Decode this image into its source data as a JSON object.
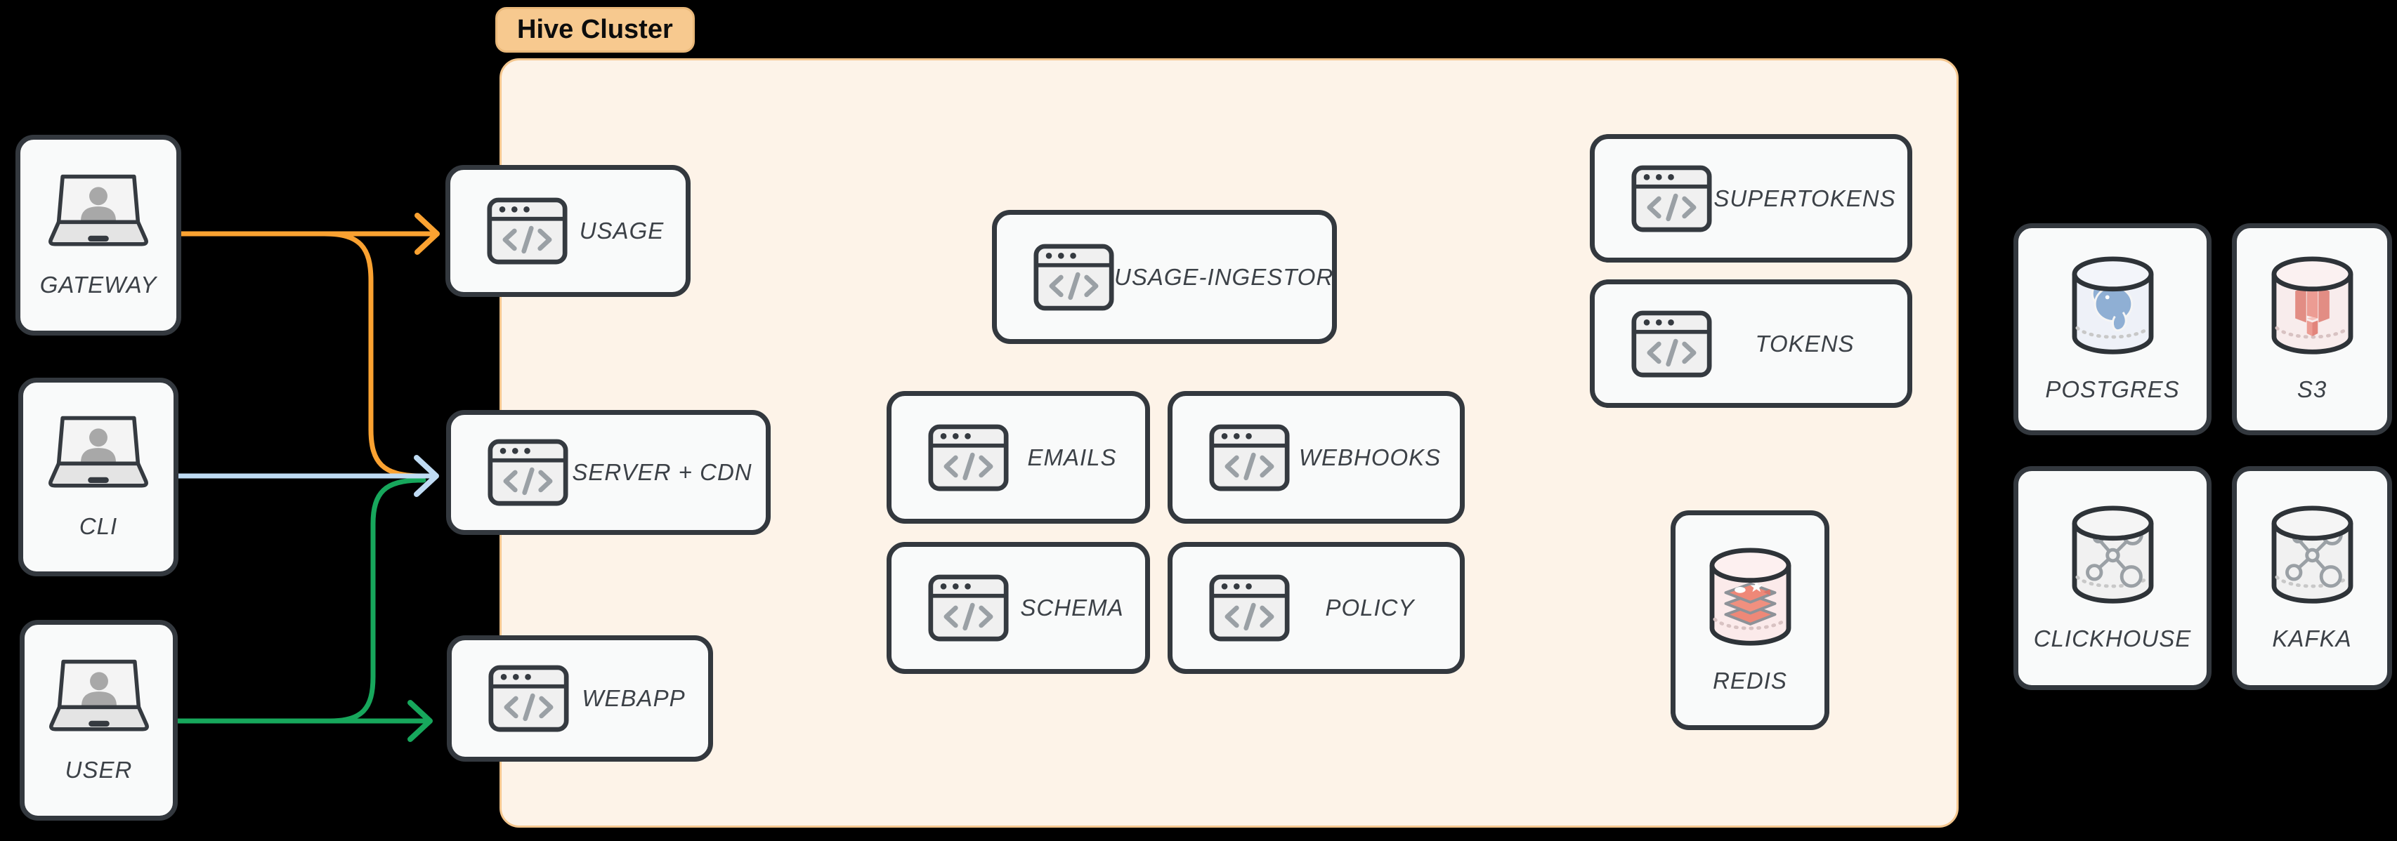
{
  "title_badge": {
    "label": "Hive Cluster"
  },
  "colors": {
    "background": "#000000",
    "cluster_fill": "#fdf3e8",
    "cluster_border": "#f4c68e",
    "badge_fill": "#f7c98f",
    "badge_text": "#0d0d0d",
    "node_fill": "#f9fafa",
    "node_border": "#33383e",
    "label_text": "#3c4147",
    "icon_gray": "#9aa0a5",
    "arrow_orange": "#fba231",
    "arrow_blue": "#bfdbf3",
    "arrow_green": "#17a75c"
  },
  "clients": [
    {
      "id": "gateway",
      "label": "GATEWAY",
      "icon": "laptop-user-icon"
    },
    {
      "id": "cli",
      "label": "CLI",
      "icon": "laptop-user-icon"
    },
    {
      "id": "user",
      "label": "USER",
      "icon": "laptop-user-icon"
    }
  ],
  "services": [
    {
      "id": "usage",
      "label": "USAGE",
      "icon": "code-window-icon"
    },
    {
      "id": "server-cdn",
      "label": "SERVER + CDN",
      "icon": "code-window-icon"
    },
    {
      "id": "webapp",
      "label": "WEBAPP",
      "icon": "code-window-icon"
    },
    {
      "id": "usage-ingestor",
      "label": "USAGE-INGESTOR",
      "icon": "code-window-icon"
    },
    {
      "id": "emails",
      "label": "EMAILS",
      "icon": "code-window-icon"
    },
    {
      "id": "webhooks",
      "label": "WEBHOOKS",
      "icon": "code-window-icon"
    },
    {
      "id": "schema",
      "label": "SCHEMA",
      "icon": "code-window-icon"
    },
    {
      "id": "policy",
      "label": "POLICY",
      "icon": "code-window-icon"
    },
    {
      "id": "supertokens",
      "label": "SUPERTOKENS",
      "icon": "code-window-icon"
    },
    {
      "id": "tokens",
      "label": "TOKENS",
      "icon": "code-window-icon"
    }
  ],
  "datastores": [
    {
      "id": "redis",
      "label": "REDIS",
      "icon": "redis-cylinder-icon",
      "location": "inside-cluster"
    },
    {
      "id": "postgres",
      "label": "POSTGRES",
      "icon": "postgres-cylinder-icon",
      "location": "external"
    },
    {
      "id": "s3",
      "label": "S3",
      "icon": "s3-cylinder-icon",
      "location": "external"
    },
    {
      "id": "clickhouse",
      "label": "CLICKHOUSE",
      "icon": "molecule-cylinder-icon",
      "location": "external"
    },
    {
      "id": "kafka",
      "label": "KAFKA",
      "icon": "molecule-cylinder-icon",
      "location": "external"
    }
  ],
  "connections": [
    {
      "from": "GATEWAY",
      "to": "USAGE",
      "color": "#fba231"
    },
    {
      "from": "GATEWAY",
      "to": "SERVER + CDN",
      "color": "#fba231"
    },
    {
      "from": "CLI",
      "to": "SERVER + CDN",
      "color": "#bfdbf3"
    },
    {
      "from": "USER",
      "to": "SERVER + CDN",
      "color": "#17a75c"
    },
    {
      "from": "USER",
      "to": "WEBAPP",
      "color": "#17a75c"
    }
  ]
}
